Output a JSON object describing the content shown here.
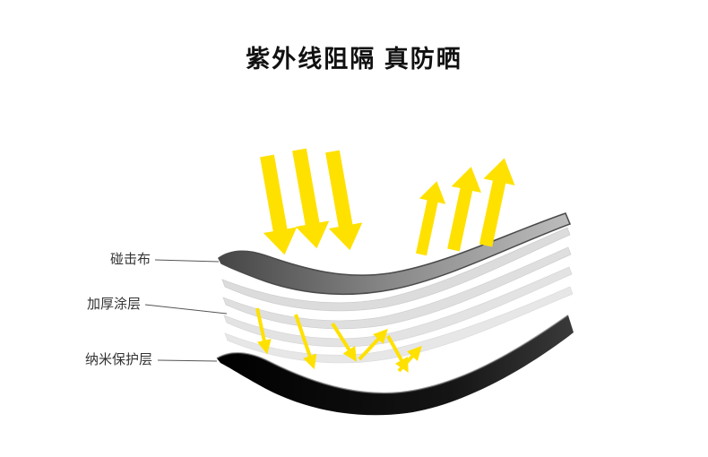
{
  "title": {
    "text": "紫外线阻隔 真防晒"
  },
  "diagram": {
    "labels": [
      {
        "text": "碰击布"
      },
      {
        "text": "加厚涂层"
      },
      {
        "text": "纳米保护层"
      }
    ],
    "icons": [
      {
        "name": "uv-incoming-arrow-icon",
        "count": 3
      },
      {
        "name": "uv-reflected-arrow-icon",
        "count": 3
      },
      {
        "name": "uv-bounce-arrow-icon",
        "count": 6
      }
    ]
  },
  "colors": {
    "background": "#ffffff",
    "title_text": "#111111",
    "label_text": "#333333",
    "arrow_yellow": "#ffe100",
    "top_layer_dark": "#454545",
    "top_layer_light": "#bcbcbc",
    "mid_layer_gray": "#d7d7d7",
    "bottom_layer_black": "#0b0b0b"
  }
}
